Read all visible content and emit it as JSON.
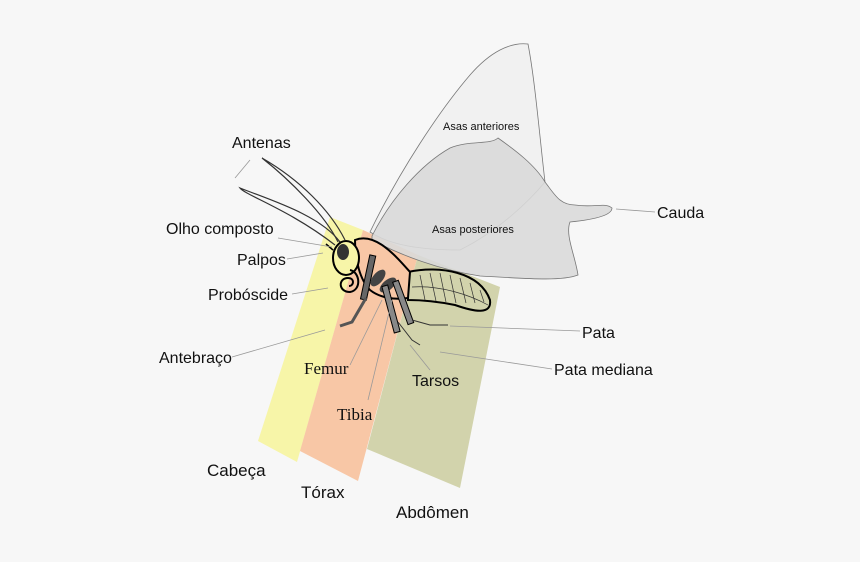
{
  "title": "Anatomia da borboleta",
  "labels": {
    "antenas": "Antenas",
    "olho_composto": "Olho composto",
    "palpos": "Palpos",
    "proboscide": "Probóscide",
    "antebraco": "Antebraço",
    "femur": "Femur",
    "tibia": "Tibia",
    "tarsos": "Tarsos",
    "pata": "Pata",
    "pata_mediana": "Pata mediana",
    "cauda": "Cauda",
    "asas_anteriores": "Asas anteriores",
    "asas_posteriores": "Asas posteriores",
    "cabeca": "Cabeça",
    "torax": "Tórax",
    "abdomen": "Abdômen"
  },
  "colors": {
    "head_band": "#f7f5a8",
    "thorax_band": "#f8c7a6",
    "abdomen_band": "#d2d3ac",
    "forewing": "#f0f0f0",
    "hindwing": "#d9d9d9",
    "body": "#f8c7a6",
    "abdomen_body": "#d2d3ac"
  }
}
